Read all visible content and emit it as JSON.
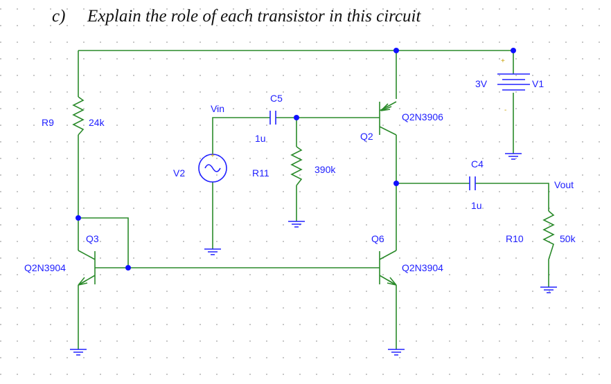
{
  "question": {
    "label": "c)",
    "text": "Explain the role of each transistor in this circuit"
  },
  "colors": {
    "wire": "#2a8a2a",
    "pin": "#2020ff",
    "label": "#2020ff"
  },
  "components": {
    "R9": {
      "name": "R9",
      "value": "24k"
    },
    "R11": {
      "name": "R11",
      "value": "390k"
    },
    "R10": {
      "name": "R10",
      "value": "50k"
    },
    "C5": {
      "name": "C5",
      "value": "1u"
    },
    "C4": {
      "name": "C4",
      "value": "1u"
    },
    "V1": {
      "name": "V1",
      "value": "3V",
      "plus": "+",
      "minus": "-"
    },
    "V2": {
      "name": "V2",
      "plus": "+"
    },
    "Q2": {
      "name": "Q2",
      "model": "Q2N3906"
    },
    "Q3": {
      "name": "Q3",
      "model": "Q2N3904"
    },
    "Q6": {
      "name": "Q6",
      "model": "Q2N3904"
    }
  },
  "nets": {
    "vin": "Vin",
    "vout": "Vout"
  }
}
